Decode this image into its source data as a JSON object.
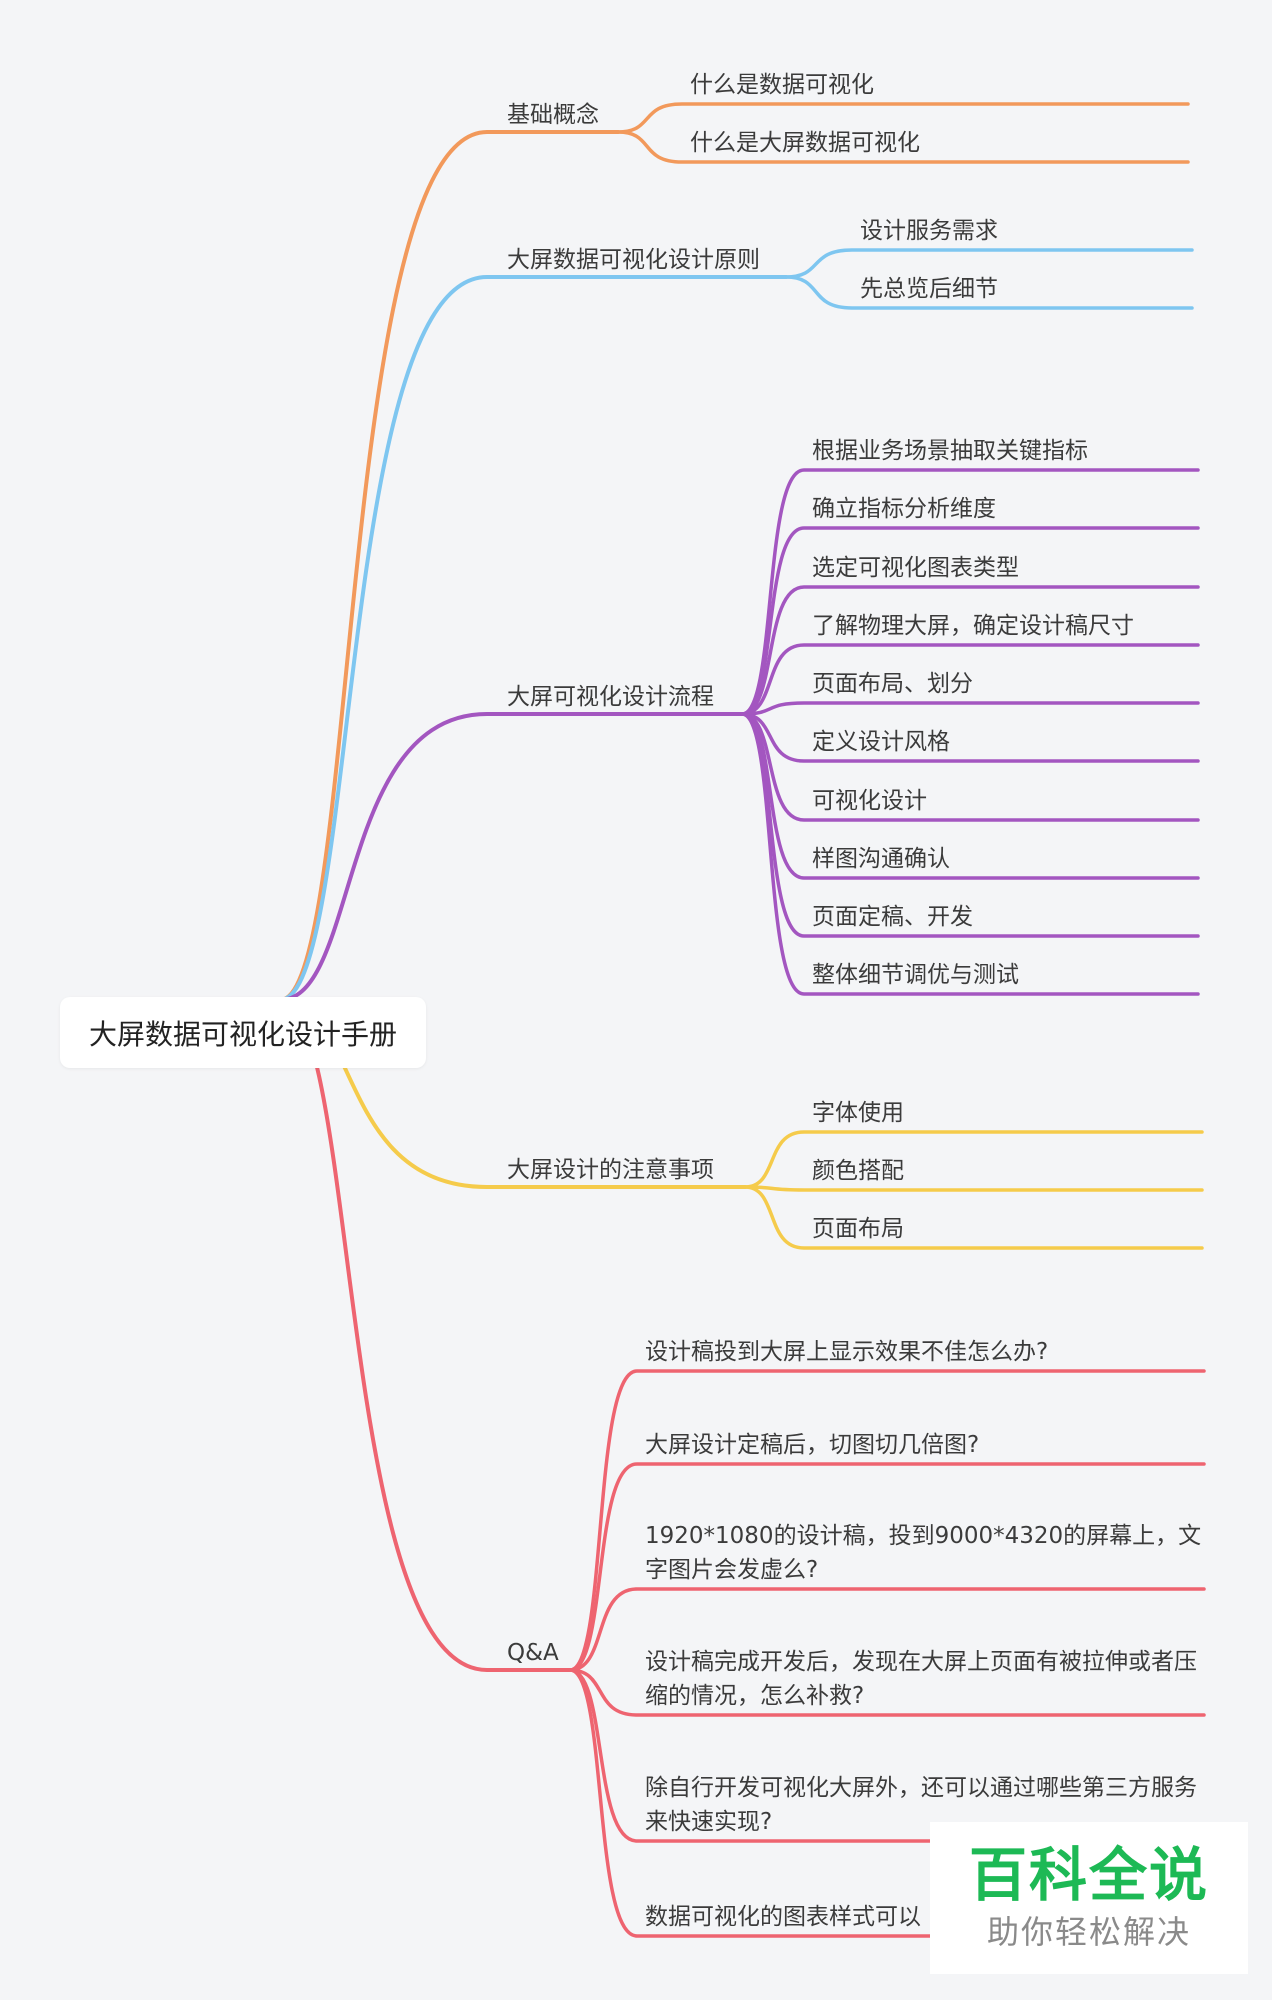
{
  "root": {
    "label": "大屏数据可视化设计手册"
  },
  "branches": [
    {
      "label": "基础概念",
      "color": "#f2995b",
      "children": [
        "什么是数据可视化",
        "什么是大屏数据可视化"
      ]
    },
    {
      "label": "大屏数据可视化设计原则",
      "color": "#7ec6f0",
      "children": [
        "设计服务需求",
        "先总览后细节"
      ]
    },
    {
      "label": "大屏可视化设计流程",
      "color": "#a356c0",
      "children": [
        "根据业务场景抽取关键指标",
        "确立指标分析维度",
        "选定可视化图表类型",
        "了解物理大屏，确定设计稿尺寸",
        "页面布局、划分",
        "定义设计风格",
        "可视化设计",
        "样图沟通确认",
        "页面定稿、开发",
        "整体细节调优与测试"
      ]
    },
    {
      "label": "大屏设计的注意事项",
      "color": "#f5cb4b",
      "children": [
        "字体使用",
        "颜色搭配",
        "页面布局"
      ]
    },
    {
      "label": "Q&A",
      "color": "#ee6470",
      "children": [
        "设计稿投到大屏上显示效果不佳怎么办?",
        "大屏设计定稿后，切图切几倍图?",
        "1920*1080的设计稿，投到9000*4320的屏幕上，文字图片会发虚么?",
        "设计稿完成开发后，发现在大屏上页面有被拉伸或者压缩的情况，怎么补救?",
        "除自行开发可视化大屏外，还可以通过哪些第三方服务来快速实现?",
        "数据可视化的图表样式可以"
      ]
    }
  ],
  "watermark": {
    "title": "百科全说",
    "subtitle": "助你轻松解决"
  }
}
